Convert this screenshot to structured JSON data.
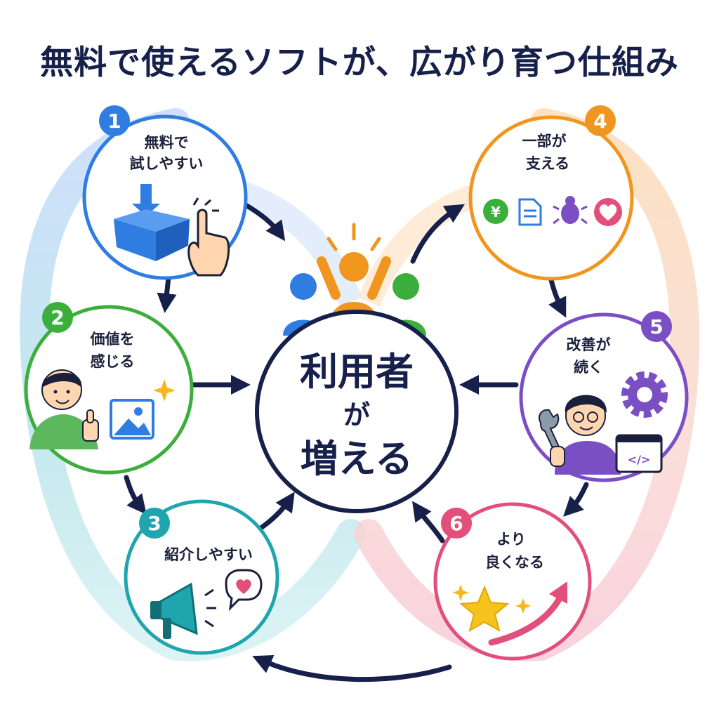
{
  "title": "無料で使えるソフトが、広がり育つ仕組み",
  "center": {
    "line1": "利用者",
    "line2": "が",
    "line3": "増える"
  },
  "colors": {
    "navy": "#16204a",
    "blue": "#2f7de1",
    "green": "#3cae3c",
    "teal": "#1fa5ad",
    "orange": "#f0961e",
    "purple": "#7b4fc4",
    "pink": "#e24f7a"
  },
  "nodes": [
    {
      "number": "1",
      "line1": "無料で",
      "line2": "試しやすい",
      "icons": [
        "download-box-icon",
        "pointing-hand-icon"
      ]
    },
    {
      "number": "2",
      "line1": "価値を",
      "line2": "感じる",
      "icons": [
        "smiling-person-thumbs-up-icon",
        "image-icon",
        "sparkle-icon"
      ]
    },
    {
      "number": "3",
      "line1": "紹介しやすい",
      "line2": "",
      "icons": [
        "megaphone-icon",
        "heart-speech-bubble-icon"
      ]
    },
    {
      "number": "4",
      "line1": "一部が",
      "line2": "支える",
      "icons": [
        "yen-coin-icon",
        "document-icon",
        "bug-icon",
        "heart-icon"
      ]
    },
    {
      "number": "5",
      "line1": "改善が",
      "line2": "続く",
      "icons": [
        "developer-with-wrench-icon",
        "gear-icon",
        "code-window-icon"
      ]
    },
    {
      "number": "6",
      "line1": "より",
      "line2": "良くなる",
      "icons": [
        "star-icon",
        "sparkle-icon",
        "rising-arrow-icon"
      ]
    }
  ]
}
